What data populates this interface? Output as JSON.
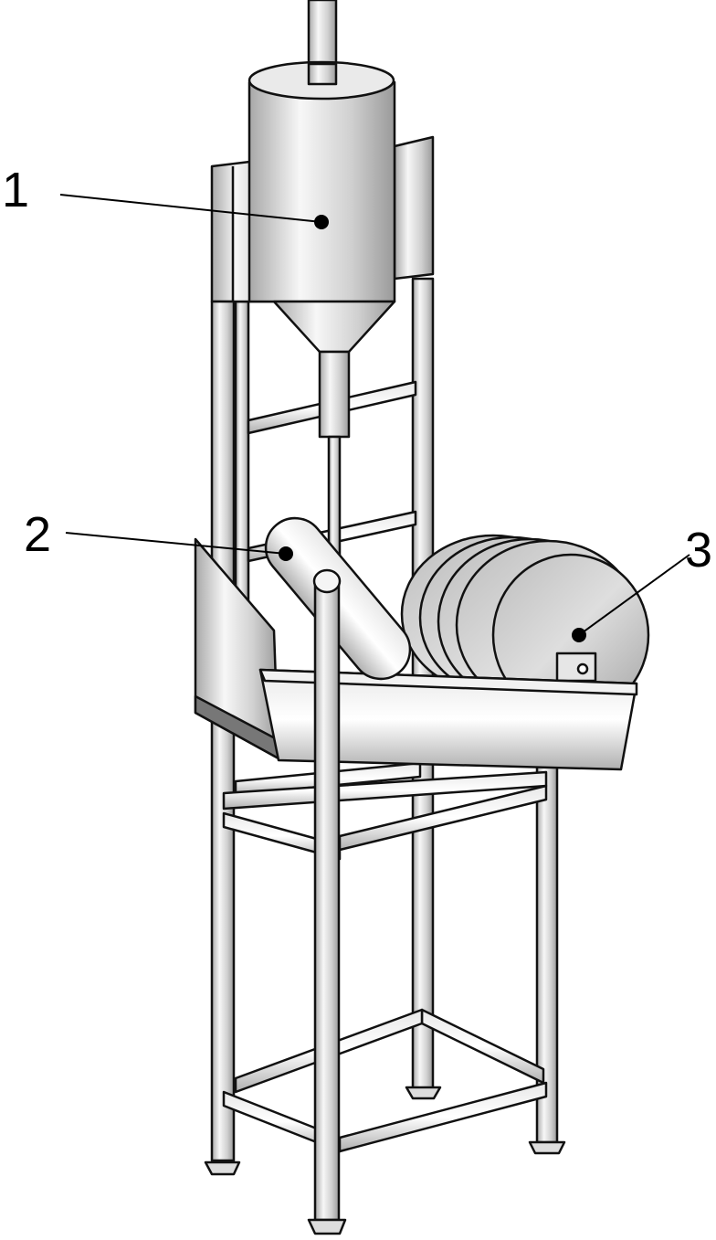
{
  "figure": {
    "labels": [
      {
        "id": "1",
        "text": "1"
      },
      {
        "id": "2",
        "text": "2"
      },
      {
        "id": "3",
        "text": "3"
      }
    ],
    "colors": {
      "metal_light": "#f4f4f4",
      "metal_mid": "#cfcfcf",
      "metal_dark": "#9a9a9a",
      "outline": "#111111"
    }
  }
}
